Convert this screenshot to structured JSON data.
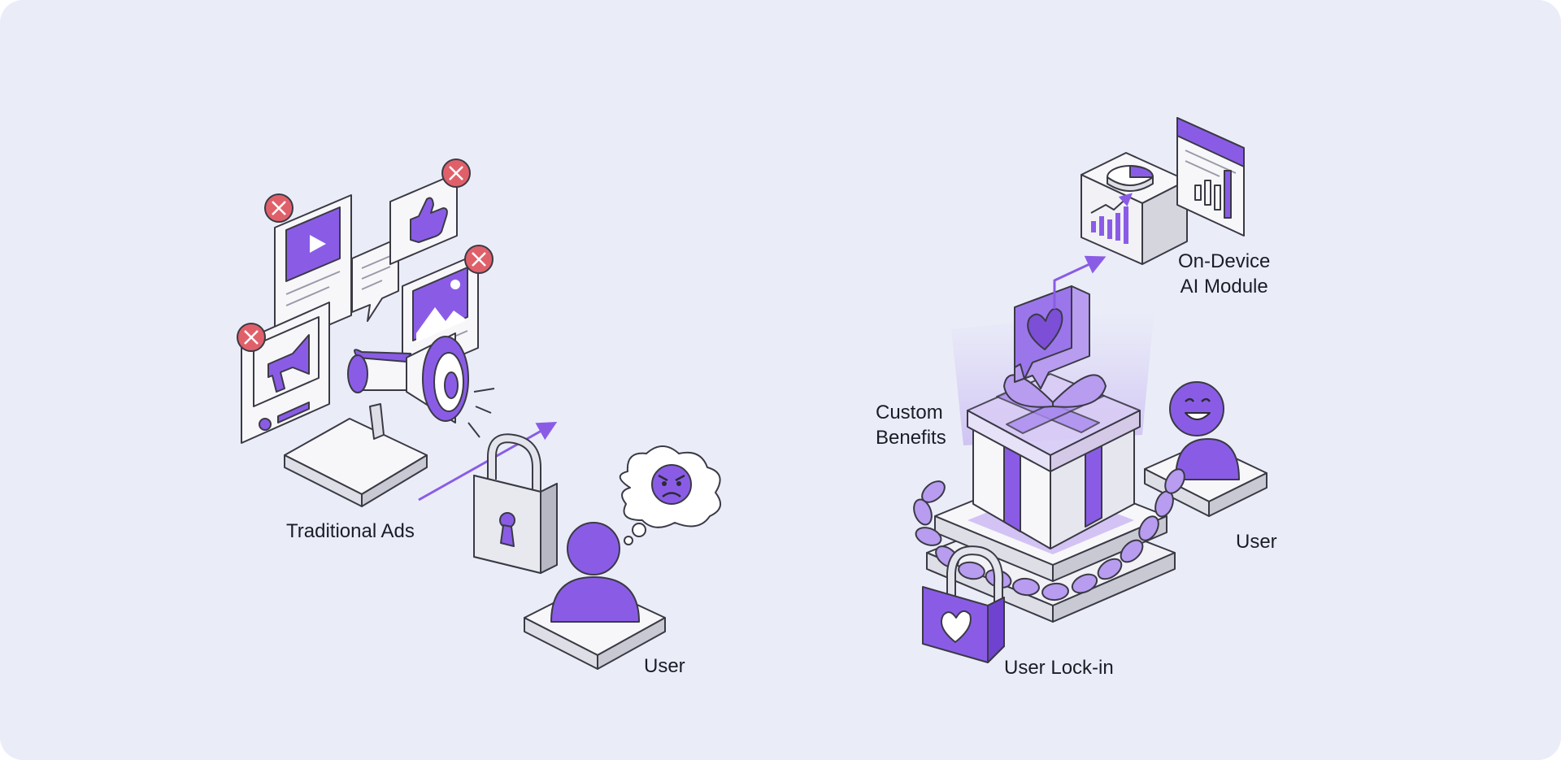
{
  "left_scene": {
    "traditional_ads_label": "Traditional Ads",
    "user_label": "User"
  },
  "right_scene": {
    "ai_module_label_line1": "On-Device",
    "ai_module_label_line2": "AI Module",
    "custom_benefits_line1": "Custom",
    "custom_benefits_line2": "Benefits",
    "user_label": "User",
    "user_lockin_label": "User Lock-in"
  },
  "colors": {
    "background": "#eaedf8",
    "purple": "#8a5ce6",
    "purple_light": "#c9b5f3",
    "outline": "#3a3a45",
    "card": "#f7f7fa",
    "reject_red": "#e0606a"
  },
  "icons": [
    "play-icon",
    "thumbs-up-icon",
    "image-icon",
    "megaphone-icon",
    "padlock-icon",
    "angry-face-icon",
    "heart-icon",
    "gift-icon",
    "chain-icon",
    "pie-chart-icon",
    "bar-chart-icon",
    "smiling-user-icon",
    "close-icon"
  ]
}
